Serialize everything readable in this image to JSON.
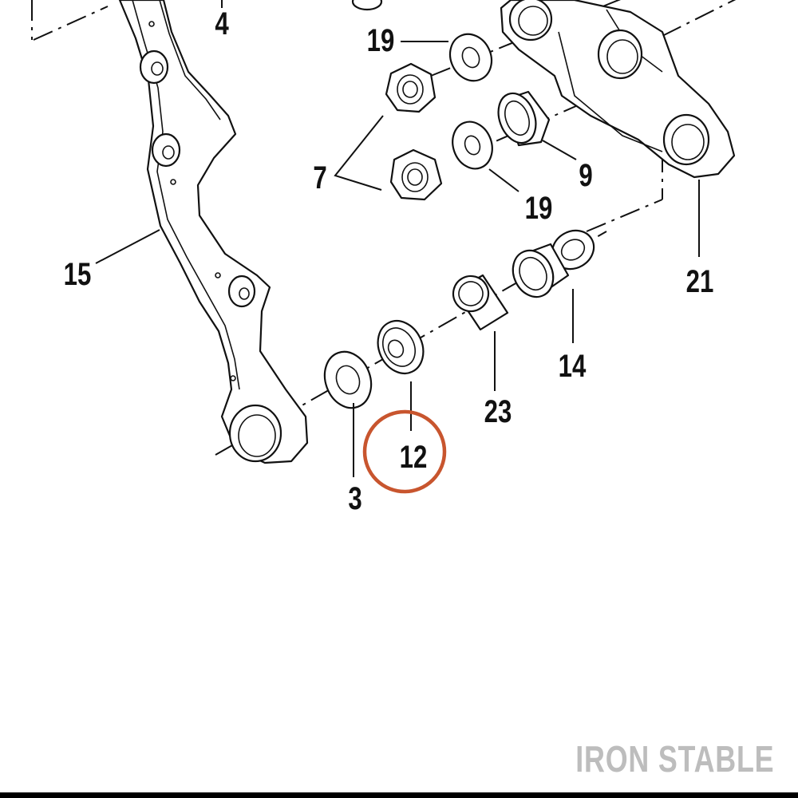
{
  "callouts": {
    "c3": "3",
    "c4": "4",
    "c7": "7",
    "c9": "9",
    "c12": "12",
    "c14": "14",
    "c15": "15",
    "c19a": "19",
    "c19b": "19",
    "c21": "21",
    "c23": "23"
  },
  "highlight": {
    "callout": "12",
    "color": "#c8552e"
  },
  "watermark": {
    "text": "IRON STABLE",
    "color": "#bdbdbd"
  }
}
